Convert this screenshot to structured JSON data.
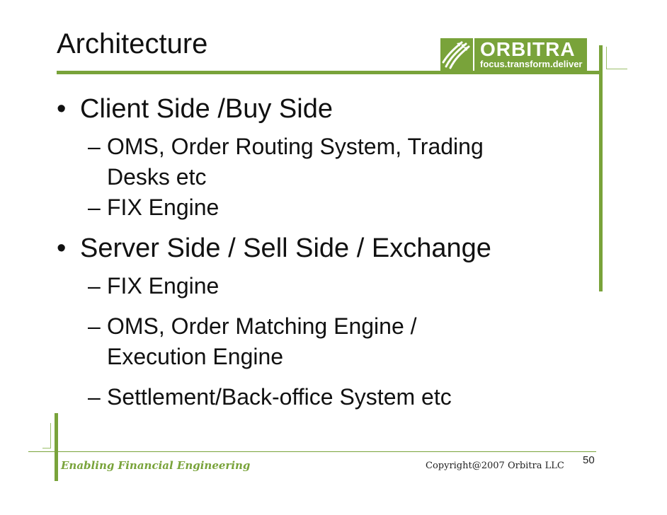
{
  "slide": {
    "title": "Architecture",
    "logo": {
      "name": "ORBITRA",
      "tagline": "focus.transform.deliver",
      "icon": "orbitra-arrows-logo-icon",
      "color": "#79a33a"
    },
    "bullets": [
      {
        "text": "Client Side /Buy Side",
        "subitems": [
          [
            "OMS, Order Routing System, Trading",
            "Desks etc"
          ],
          [
            "FIX Engine"
          ]
        ]
      },
      {
        "text": "Server Side / Sell Side / Exchange",
        "subitems": [
          [
            "FIX Engine"
          ],
          [
            "OMS, Order Matching Engine /",
            "Execution Engine"
          ],
          [
            "Settlement/Back-office System etc"
          ]
        ]
      }
    ],
    "footer": {
      "tagline": "Enabling Financial Engineering",
      "copyright": "Copyright@2007 Orbitra LLC",
      "page_number": "50"
    },
    "markers": {
      "bullet": "•",
      "dash": "–"
    },
    "accent_color": "#79a33a"
  }
}
